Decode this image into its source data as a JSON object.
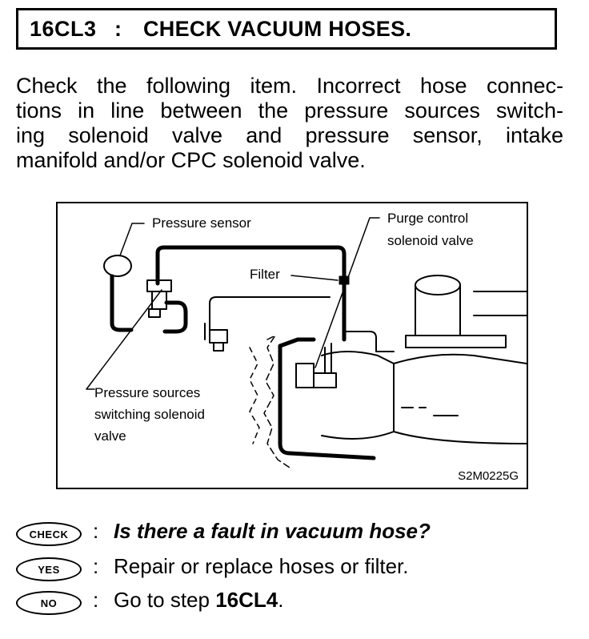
{
  "header": {
    "step": "16CL3",
    "separator": ":",
    "title": "CHECK VACUUM HOSES."
  },
  "intro_lines": [
    "Check the following item. Incorrect hose connec-",
    "tions in line between the pressure sources switch-",
    "ing solenoid valve and pressure sensor, intake",
    "manifold and/or CPC solenoid valve."
  ],
  "figure": {
    "labels": {
      "pressure_sensor": "Pressure sensor",
      "purge_line1": "Purge control",
      "purge_line2": "solenoid valve",
      "filter": "Filter",
      "psv_line1": "Pressure sources",
      "psv_line2": "switching solenoid",
      "psv_line3": "valve"
    },
    "code": "S2M0225G"
  },
  "steps": [
    {
      "badge": "CHECK",
      "colon": ":",
      "text": "Is there a fault in vacuum hose?"
    },
    {
      "badge": "YES",
      "colon": ":",
      "text": "Repair or replace hoses or filter."
    },
    {
      "badge": "NO",
      "colon": ":",
      "text_prefix": "Go to step ",
      "text_bold": "16CL4",
      "text_suffix": "."
    }
  ]
}
